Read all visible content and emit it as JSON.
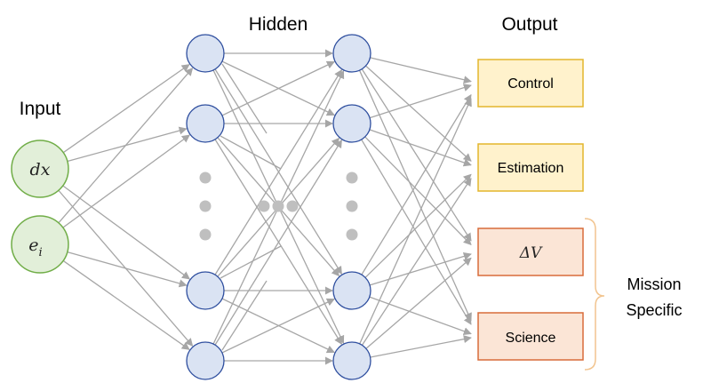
{
  "headings": {
    "input": "Input",
    "hidden": "Hidden",
    "output": "Output"
  },
  "inputs": [
    {
      "symbol": "dx",
      "subscript": ""
    },
    {
      "symbol": "e",
      "subscript": "i"
    }
  ],
  "outputs": [
    {
      "label": "Control",
      "group": "standard"
    },
    {
      "label": "Estimation",
      "group": "standard"
    },
    {
      "label": "ΔV",
      "group": "mission",
      "math": true
    },
    {
      "label": "Science",
      "group": "mission"
    }
  ],
  "bracket_label_lines": [
    "Mission",
    "Specific"
  ],
  "colors": {
    "input_fill": "#e2efd9",
    "input_stroke": "#70ad47",
    "hidden_fill": "#dae3f3",
    "hidden_stroke": "#2f4f9f",
    "standard_fill": "#fff2cc",
    "standard_stroke": "#e3b62d",
    "mission_fill": "#fbe5d6",
    "mission_stroke": "#d86c3a",
    "bracket": "#f2c48f",
    "edge": "#a6a6a6",
    "ellipsis_dot": "#bfbfbf"
  }
}
